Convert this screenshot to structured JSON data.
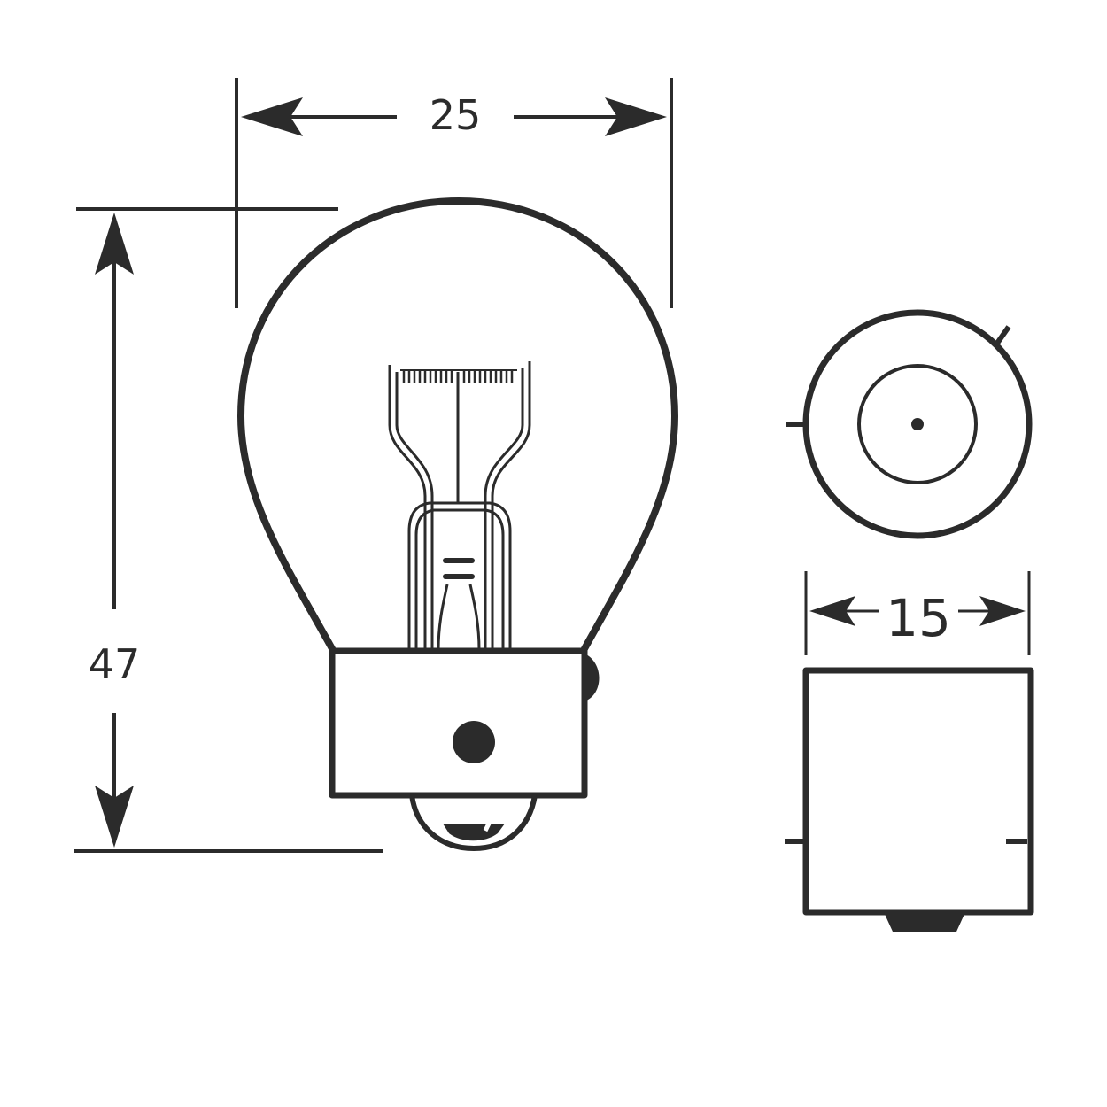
{
  "dimensions": {
    "bulb_width": "25",
    "bulb_height": "47",
    "base_width": "15"
  },
  "colors": {
    "line": "#2b2b2b",
    "background": "#ffffff"
  }
}
